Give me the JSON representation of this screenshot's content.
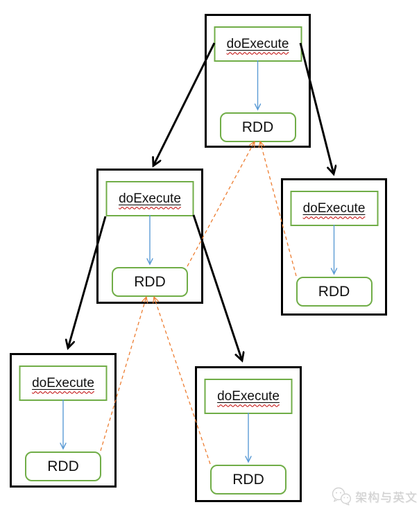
{
  "diagram": {
    "type": "tree-diagram",
    "nodes": [
      {
        "position": "top",
        "execute_label": "doExecute",
        "rdd_label": "RDD"
      },
      {
        "position": "middle-left",
        "execute_label": "doExecute",
        "rdd_label": "RDD"
      },
      {
        "position": "right",
        "execute_label": "doExecute",
        "rdd_label": "RDD"
      },
      {
        "position": "bottom-left",
        "execute_label": "doExecute",
        "rdd_label": "RDD"
      },
      {
        "position": "bottom-middle",
        "execute_label": "doExecute",
        "rdd_label": "RDD"
      }
    ],
    "edges": {
      "execute_calls": [
        {
          "from": "top.doExecute",
          "to": "middle-left",
          "style": "solid",
          "color": "#000000"
        },
        {
          "from": "top.doExecute",
          "to": "right",
          "style": "solid",
          "color": "#000000"
        },
        {
          "from": "middle-left.doExecute",
          "to": "bottom-left",
          "style": "solid",
          "color": "#000000"
        },
        {
          "from": "middle-left.doExecute",
          "to": "bottom-middle",
          "style": "solid",
          "color": "#000000"
        }
      ],
      "internal_arrows": [
        {
          "from": "top.doExecute",
          "to": "top.RDD",
          "style": "solid",
          "color": "#5B9BD5"
        },
        {
          "from": "middle-left.doExecute",
          "to": "middle-left.RDD",
          "style": "solid",
          "color": "#5B9BD5"
        },
        {
          "from": "right.doExecute",
          "to": "right.RDD",
          "style": "solid",
          "color": "#5B9BD5"
        },
        {
          "from": "bottom-left.doExecute",
          "to": "bottom-left.RDD",
          "style": "solid",
          "color": "#5B9BD5"
        },
        {
          "from": "bottom-middle.doExecute",
          "to": "bottom-middle.RDD",
          "style": "solid",
          "color": "#5B9BD5"
        }
      ],
      "rdd_links": [
        {
          "from": "middle-left.RDD",
          "to": "top.RDD",
          "style": "dashed",
          "color": "#ED7D31"
        },
        {
          "from": "right.RDD",
          "to": "top.RDD",
          "style": "dashed",
          "color": "#ED7D31"
        },
        {
          "from": "bottom-left.RDD",
          "to": "middle-left.RDD",
          "style": "dashed",
          "color": "#ED7D31"
        },
        {
          "from": "bottom-middle.RDD",
          "to": "middle-left.RDD",
          "style": "dashed",
          "color": "#ED7D31"
        }
      ]
    },
    "colors": {
      "node_border": "#000000",
      "box_border": "#70AD47",
      "internal_arrow": "#5B9BD5",
      "rdd_link_arrow": "#ED7D31",
      "misspell_underline": "#C00000",
      "text": "#111111",
      "watermark": "#CFCFCF"
    }
  },
  "watermark": {
    "text": "架构与英文",
    "icon": "wechat-icon"
  }
}
